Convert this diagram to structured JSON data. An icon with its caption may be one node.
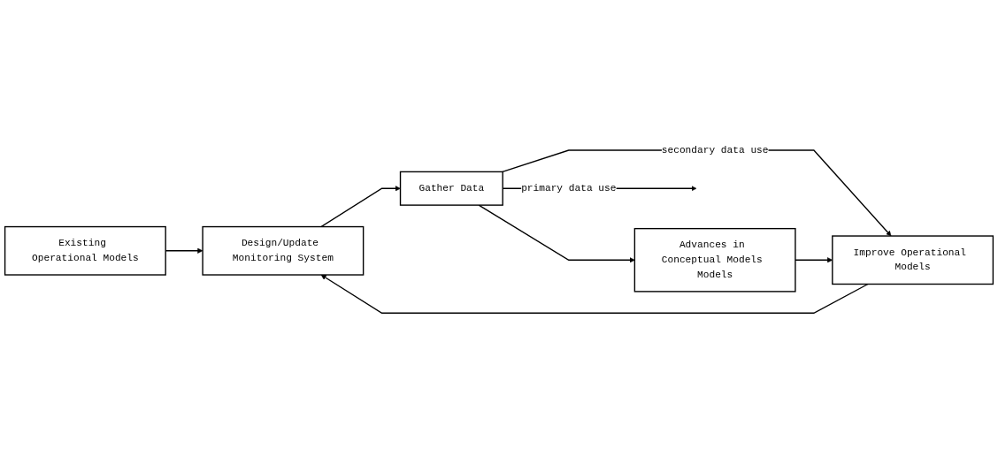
{
  "diagram": {
    "nodes": [
      {
        "text": [
          "Existing Operational Models"
        ]
      },
      {
        "text": [
          "Design/Update Monitoring System"
        ]
      },
      {
        "text": [
          "Gather Data"
        ]
      },
      {
        "text": [
          "Improve Operational Models"
        ]
      },
      {
        "text": [
          "Advances in Conceptual Models Models"
        ]
      }
    ],
    "edges": [
      {
        "from": 0,
        "to": 1,
        "arrow": "to"
      },
      {
        "from": 1,
        "to": 2,
        "arrow": "to"
      },
      {
        "from": 2,
        "to": null,
        "arrow": "to",
        "label": "primary data use"
      },
      {
        "from": 2,
        "to": 3,
        "arrow": "to",
        "label": "secondary data use"
      },
      {
        "from": 2,
        "to": 4,
        "arrow": "to"
      },
      {
        "from": 3,
        "to": 1,
        "arrow": "to"
      },
      {
        "from": 4,
        "to": 3,
        "arrow": "to"
      }
    ]
  }
}
